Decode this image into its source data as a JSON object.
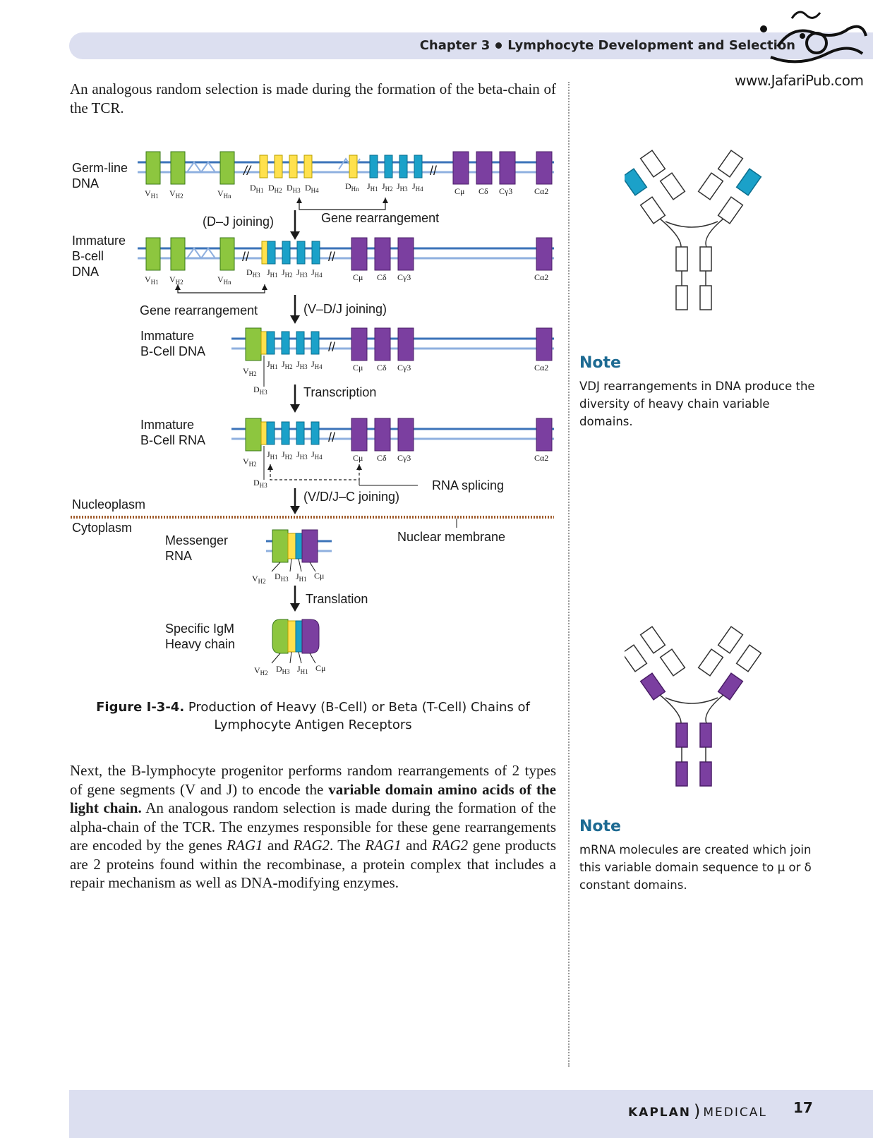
{
  "header": {
    "chapter": "Chapter 3",
    "title": "Lymphocyte Development and Selection"
  },
  "watermark": {
    "url": "www.JafariPub.com"
  },
  "body": {
    "para1": "An analogous random selection is made during the formation of the beta-chain of the TCR.",
    "para2_a": "Next, the B-lymphocyte progenitor performs random rearrangements of 2 types of gene segments (V and J) to encode the ",
    "para2_b": "variable domain amino acids of the light chain.",
    "para2_c": " An analogous random selection is made during the formation of the alpha-chain of the TCR. The enzymes responsible for these gene rearrangements are encoded by the genes ",
    "para2_d": "RAG1",
    "para2_e": " and ",
    "para2_f": "RAG2",
    "para2_g": ". The ",
    "para2_h": "RAG1",
    "para2_i": " and ",
    "para2_j": "RAG2",
    "para2_k": " gene products are 2 proteins found within the recombinase, a protein complex that includes a repair mechanism as well as DNA-modifying enzymes."
  },
  "figure": {
    "caption_num": "Figure I-3-4.",
    "caption_text": " Production of Heavy (B-Cell) or Beta (T-Cell) Chains of Lymphocyte Antigen Receptors",
    "colors": {
      "v": "#8dc63f",
      "d": "#ffe14d",
      "j": "#1ba1c9",
      "c": "#7b3fa0",
      "line": "#3b73b9",
      "line_light": "#8fb0df"
    },
    "labels": {
      "germline_1": "Germ-line",
      "germline_2": "DNA",
      "immature_dna_1": "Immature",
      "immature_dna_2": "B-cell",
      "immature_dna_3": "DNA",
      "dj_joining": "(D–J  joining)",
      "gene_rearr_1": "Gene rearrangement",
      "gene_rearr_2": "Gene rearrangement",
      "vdj_joining": "(V–D/J  joining)",
      "imm_bcell_dna_1": "Immature",
      "imm_bcell_dna_2": "B-Cell DNA",
      "transcription": "Transcription",
      "imm_bcell_rna_1": "Immature",
      "imm_bcell_rna_2": "B-Cell RNA",
      "rna_splicing": "RNA splicing",
      "vdjc_joining": "(V/D/J–C joining)",
      "nucleoplasm": "Nucleoplasm",
      "cytoplasm": "Cytoplasm",
      "nuclear_membrane": "Nuclear membrane",
      "messenger_1": "Messenger",
      "messenger_2": "RNA",
      "translation": "Translation",
      "igm_1": "Specific IgM",
      "igm_2": "Heavy chain"
    },
    "segments": {
      "vh1": "V",
      "vh1_sub": "H1",
      "vh2": "V",
      "vh2_sub": "H2",
      "vhn": "V",
      "vhn_sub": "Hn",
      "dh1": "D",
      "dh1_sub": "H1",
      "dh2": "D",
      "dh2_sub": "H2",
      "dh3": "D",
      "dh3_sub": "H3",
      "dh4": "D",
      "dh4_sub": "H4",
      "dhn": "D",
      "dhn_sub": "Hn",
      "jh1": "J",
      "jh1_sub": "H1",
      "jh2": "J",
      "jh2_sub": "H2",
      "jh3": "J",
      "jh3_sub": "H3",
      "jh4": "J",
      "jh4_sub": "H4",
      "cmu": "Cμ",
      "cdelta": "Cδ",
      "cgamma3": "Cγ3",
      "calpha2": "Cα2"
    }
  },
  "sidebar": {
    "note1_title": "Note",
    "note1_text": "VDJ rearrangements in DNA produce the diversity of heavy chain variable domains.",
    "note2_title": "Note",
    "note2_text": "mRNA molecules are created which join this variable domain sequence to μ  or δ constant domains.",
    "diagram1_highlight": "#1ba1c9",
    "diagram2_highlight": "#7b3fa0"
  },
  "footer": {
    "brand": "KAPLAN",
    "brand2": "MEDICAL",
    "page": "17"
  }
}
